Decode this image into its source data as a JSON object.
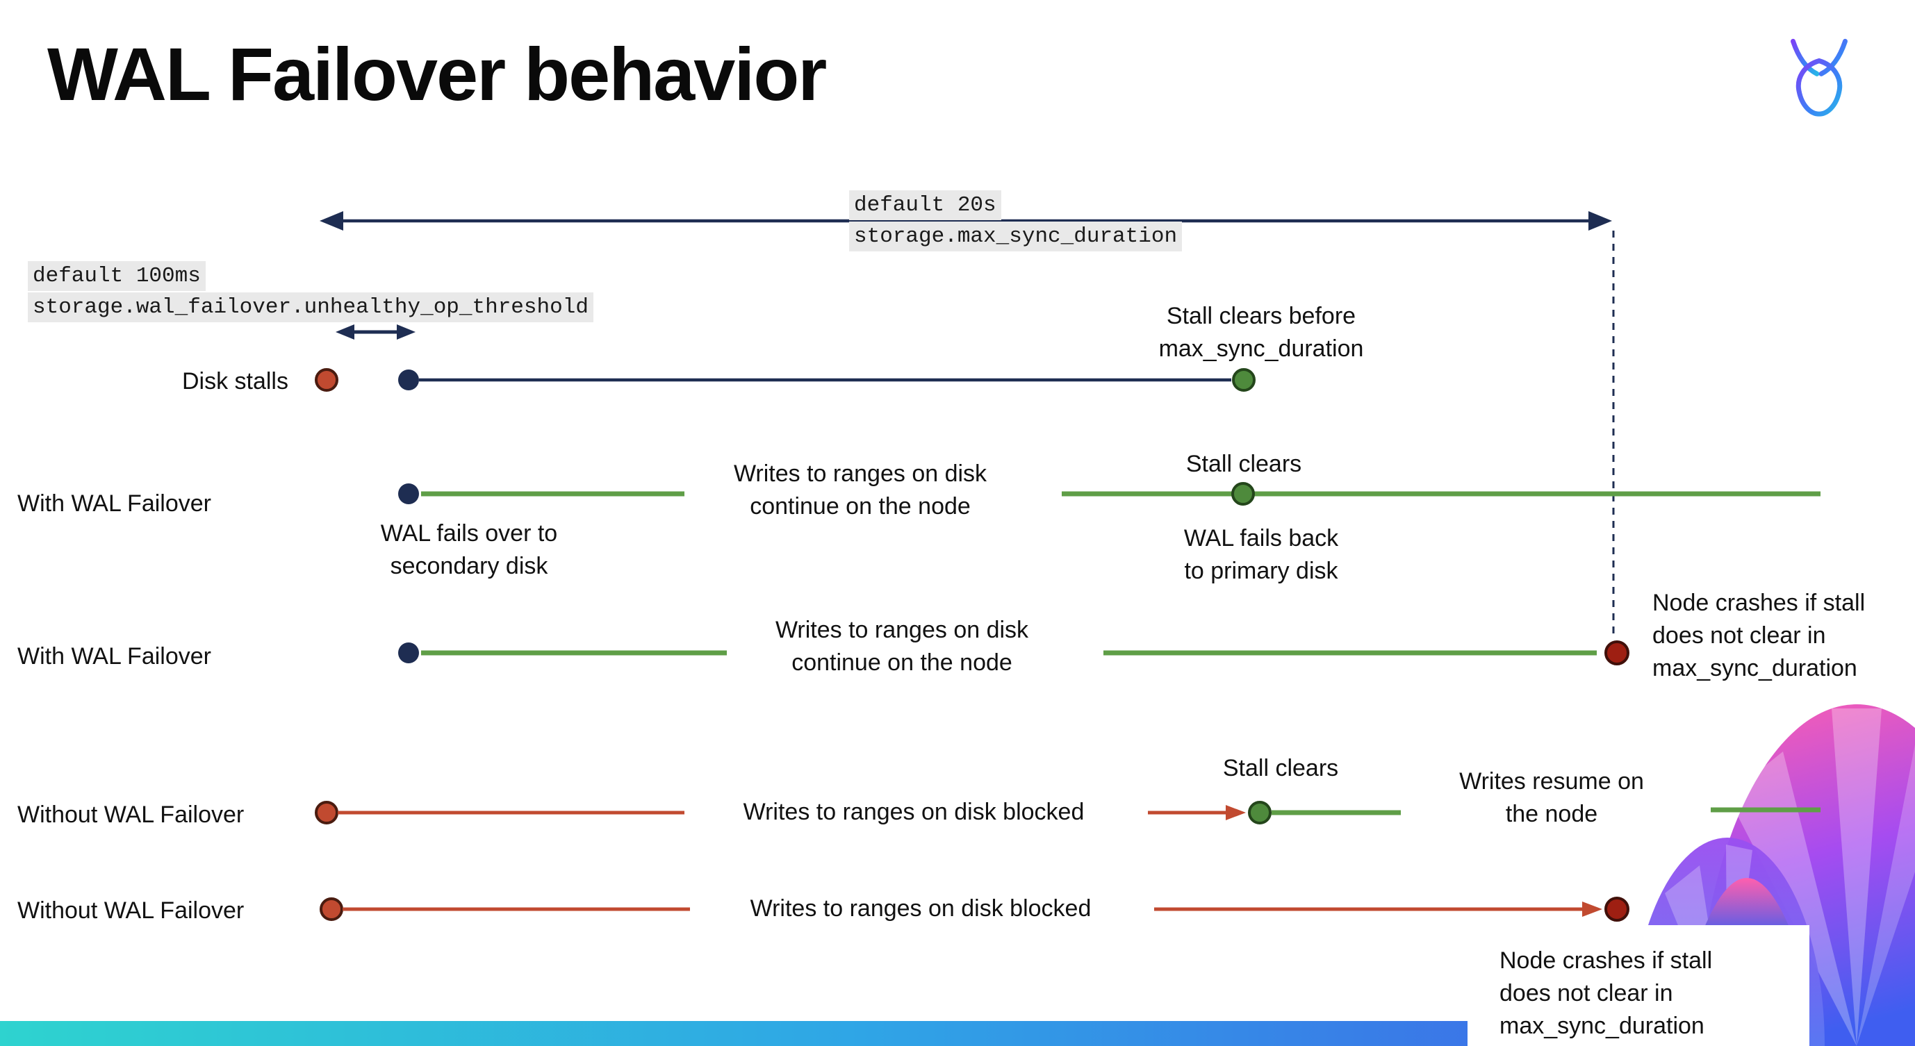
{
  "colors": {
    "navy": "#1e2d52",
    "green": "#5f9e47",
    "green_dot": "#4e8a3c",
    "red": "#c14a30",
    "dark_red": "#9e1f12",
    "code_bg": "#e9e9e9",
    "text": "#111111"
  },
  "header": {
    "title": "WAL Failover behavior"
  },
  "config_labels": {
    "max_sync_duration": {
      "line1": "default 20s",
      "line2": "storage.max_sync_duration"
    },
    "unhealthy_op_threshold": {
      "line1": "default 100ms",
      "line2": "storage.wal_failover.unhealthy_op_threshold"
    }
  },
  "rows": [
    {
      "label": "Disk stalls",
      "note_end": "Stall clears before\nmax_sync_duration"
    },
    {
      "label": "With WAL Failover",
      "mid": "Writes to ranges on disk\ncontinue on the node",
      "below_start": "WAL fails over to\nsecondary disk",
      "above_end": "Stall clears",
      "below_end": "WAL fails  back\nto primary disk"
    },
    {
      "label": "With WAL Failover",
      "mid": "Writes to ranges on disk\ncontinue on the node",
      "right_note": "Node crashes if stall\ndoes not clear in\nmax_sync_duration"
    },
    {
      "label": "Without WAL Failover",
      "mid": "Writes to ranges on disk  blocked",
      "above_end": "Stall clears",
      "right_note": "Writes resume on\nthe node"
    },
    {
      "label": "Without WAL Failover",
      "mid": "Writes to ranges on disk  blocked",
      "crash_note": "Node crashes if stall\ndoes not clear in\nmax_sync_duration"
    }
  ]
}
